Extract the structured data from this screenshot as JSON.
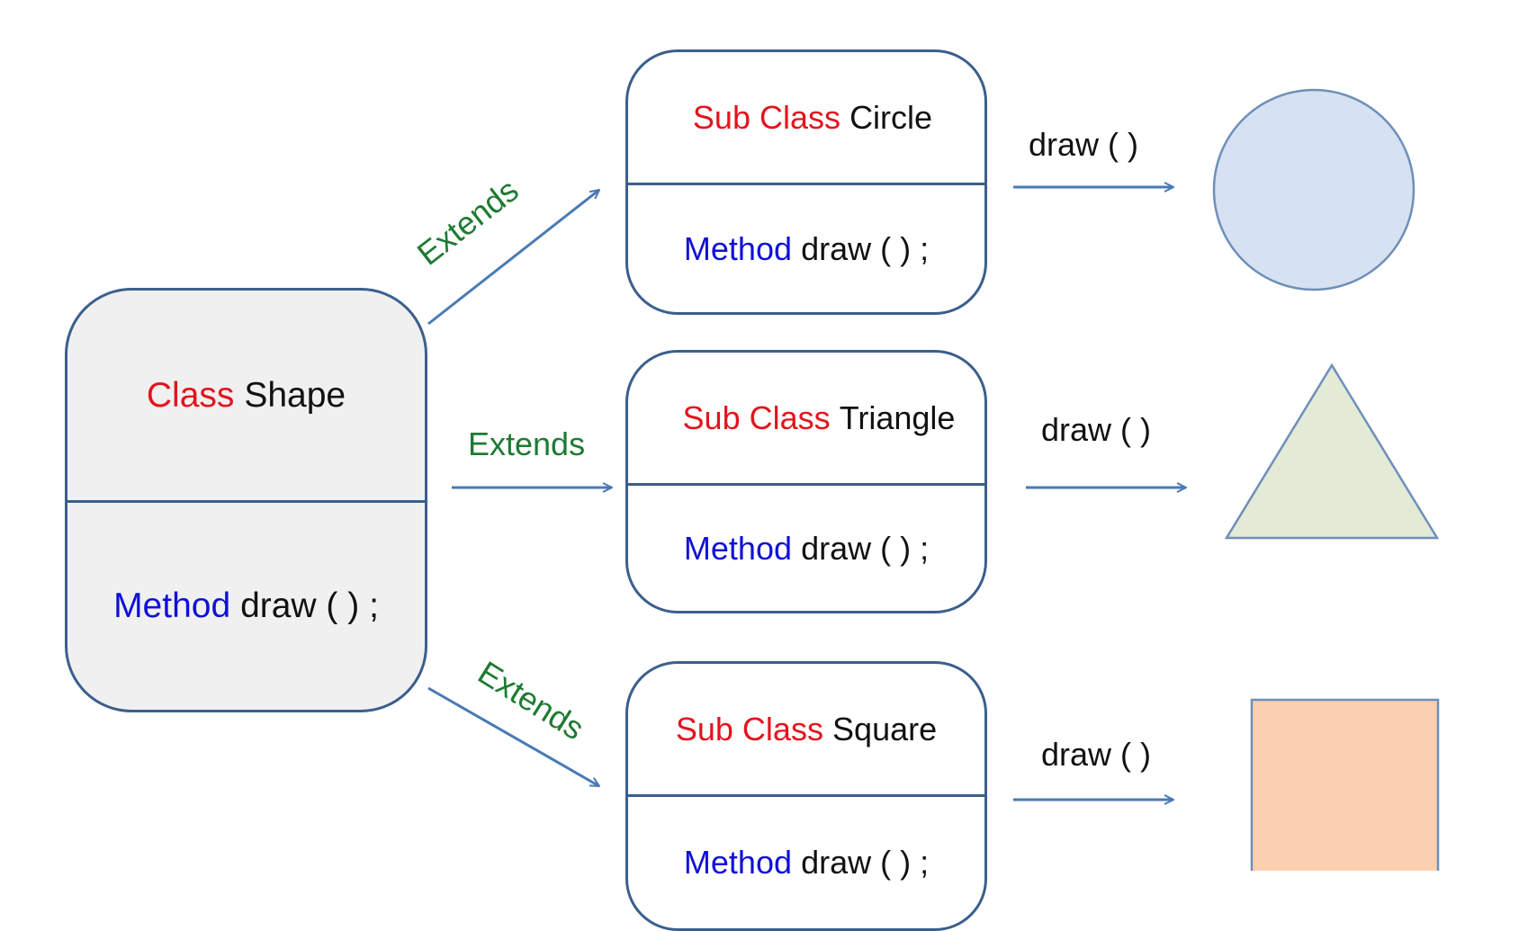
{
  "parent_class": {
    "keyword": "Class",
    "name": "Shape",
    "method_keyword": "Method",
    "method_signature": "draw ( ) ;"
  },
  "edge_label": "Extends",
  "call_label": "draw ( )",
  "subclasses": [
    {
      "keyword": "Sub Class",
      "name": "Circle",
      "method_keyword": "Method",
      "method_signature": "draw ( ) ;",
      "shape": "circle",
      "fill": "#d6e2f1",
      "stroke": "#6f8fb9"
    },
    {
      "keyword": "Sub Class",
      "name": "Triangle",
      "method_keyword": "Method",
      "method_signature": "draw ( ) ;",
      "shape": "triangle",
      "fill": "#e3ead6",
      "stroke": "#6f8fb9"
    },
    {
      "keyword": "Sub Class",
      "name": "Square",
      "method_keyword": "Method",
      "method_signature": "draw ( ) ;",
      "shape": "square",
      "fill": "#fbd0b0",
      "stroke": "#6f8fb9"
    }
  ],
  "colors": {
    "keyword": "#e3141e",
    "method_keyword": "#1010d8",
    "extends_label": "#1e7a32",
    "box_border": "#3b5f8c",
    "arrow": "#4a7ab5",
    "parent_fill": "#f0f0f1"
  }
}
